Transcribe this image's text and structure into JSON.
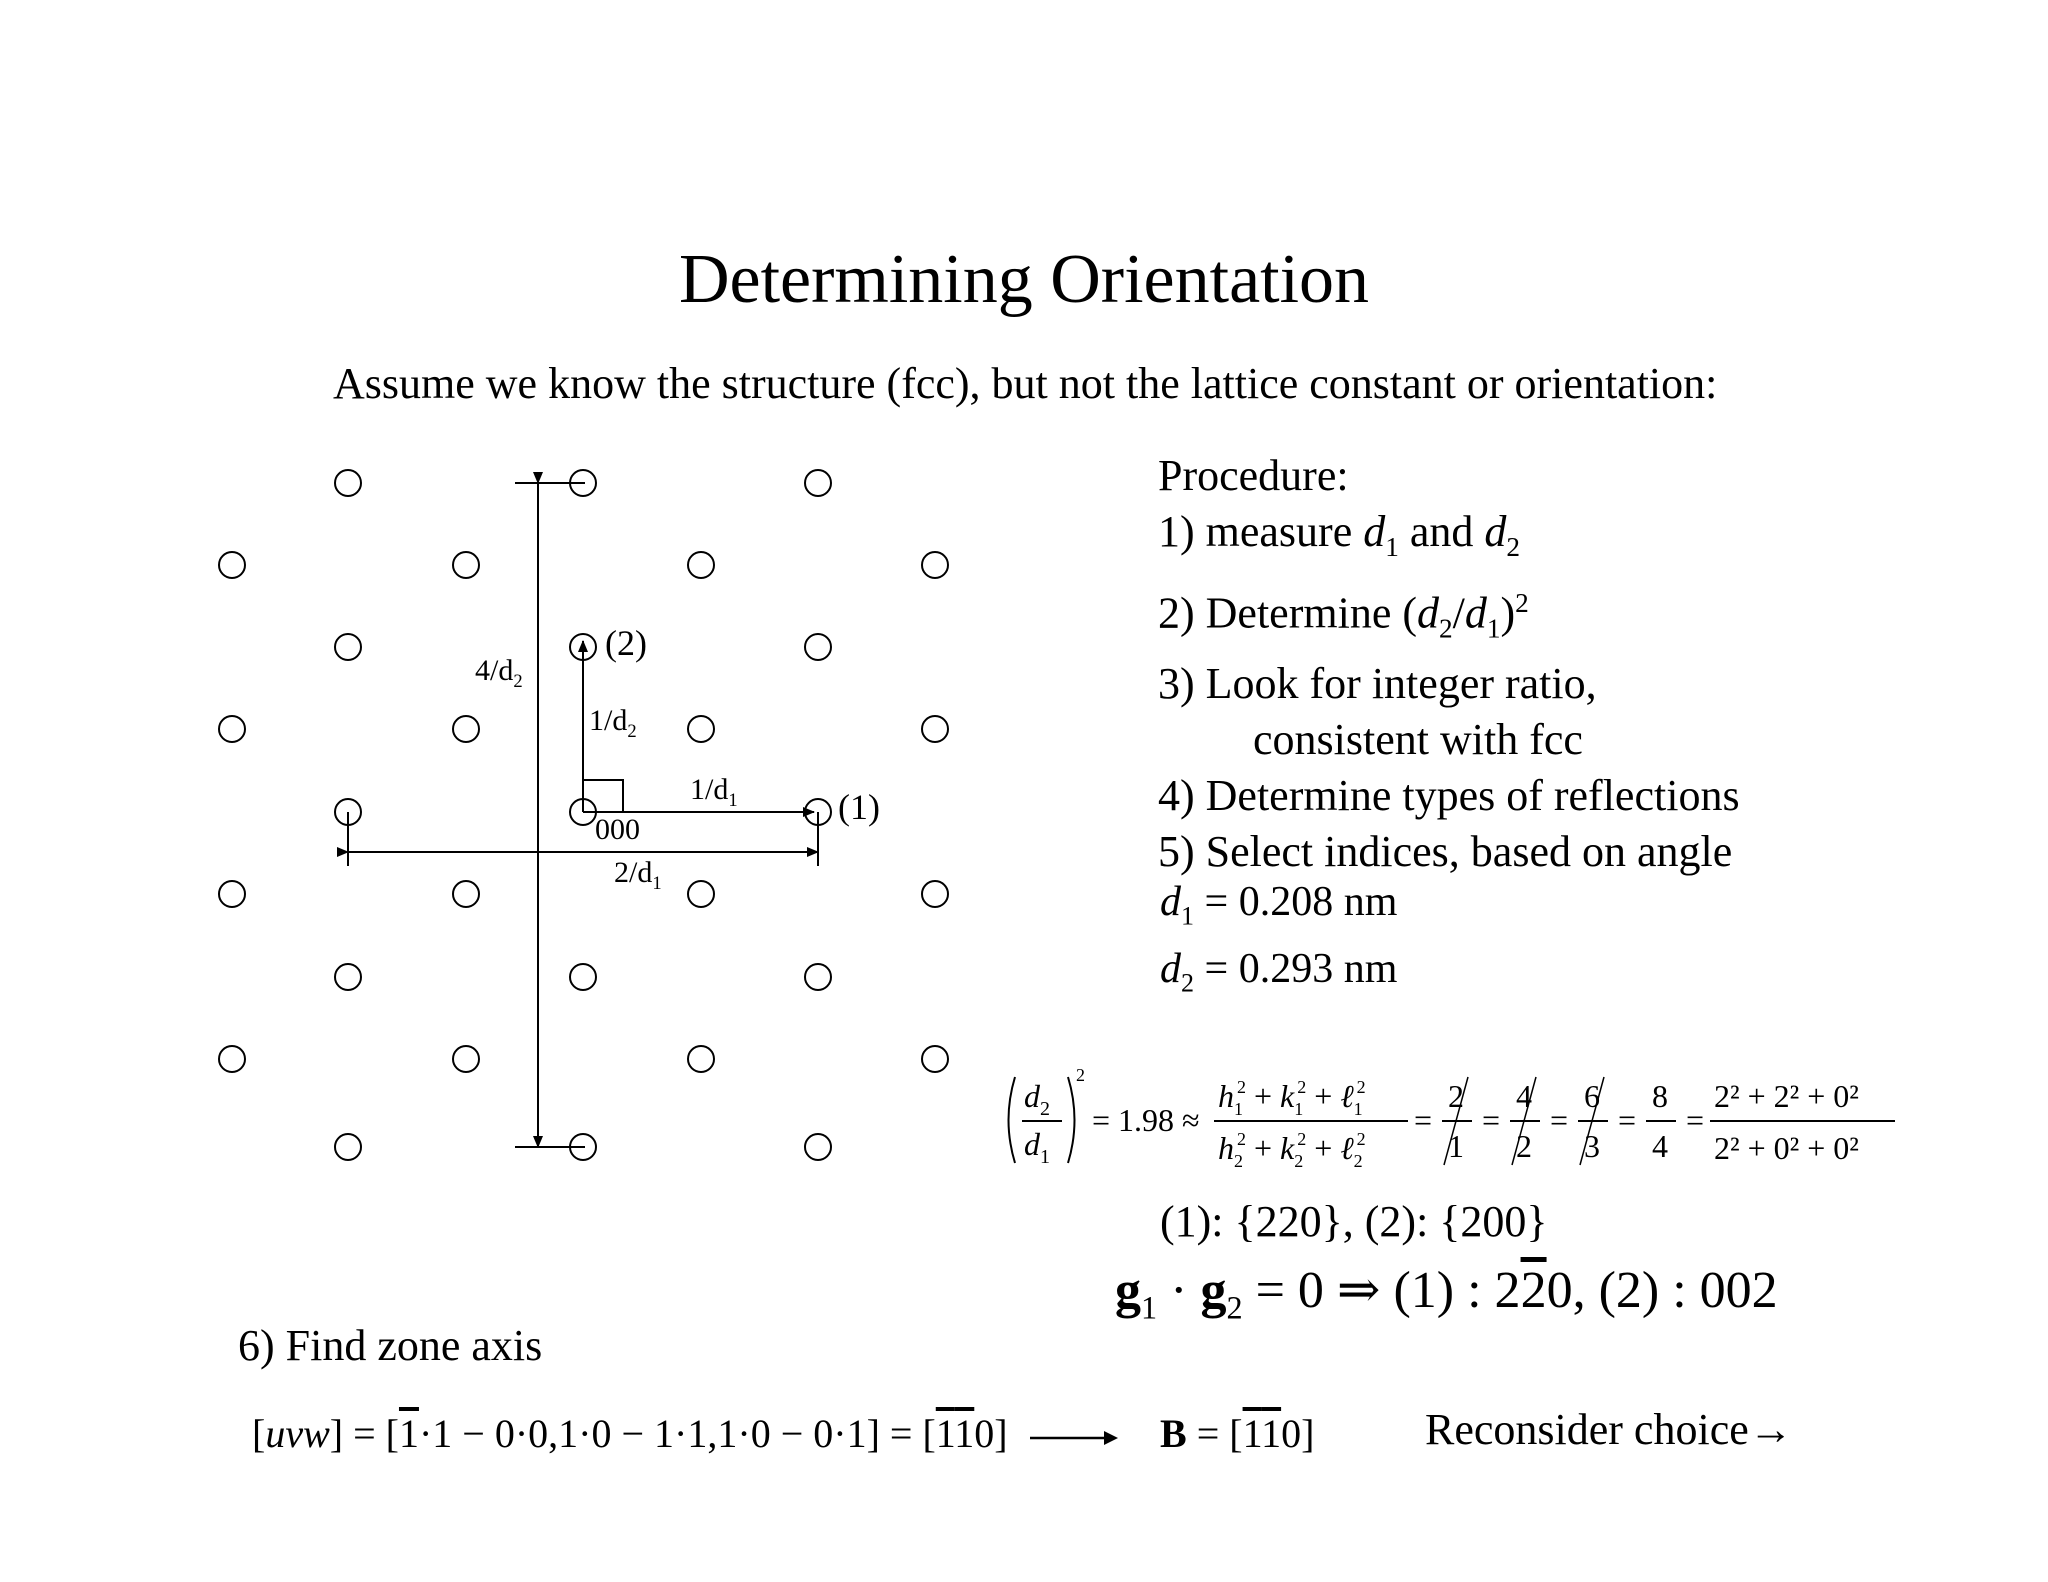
{
  "slide": {
    "title": "Determining Orientation",
    "subtitle": "Assume we know the structure (fcc), but not the lattice constant or orientation:"
  },
  "diagram": {
    "labels": {
      "four_over_d2": "4/d",
      "four_over_d2_sub": "2",
      "one_over_d2": "1/d",
      "one_over_d2_sub": "2",
      "one_over_d1": "1/d",
      "one_over_d1_sub": "1",
      "two_over_d1": "2/d",
      "two_over_d1_sub": "1",
      "origin": "000",
      "spot1": "(1)",
      "spot2": "(2)"
    }
  },
  "procedure": {
    "heading": "Procedure:",
    "step1_a": "1) measure ",
    "step1_d": "d",
    "step1_s1": "1",
    "step1_and": " and ",
    "step1_s2": "2",
    "step2_a": "2) Determine (",
    "step2_b": "/",
    "step2_c": ")",
    "step2_sup": "2",
    "step3a": "3) Look for integer ratio,",
    "step3b": "consistent with fcc",
    "step4": "4) Determine types of reflections",
    "step5": "5) Select indices, based on angle"
  },
  "measurements": {
    "d1_value": "= 0.208 nm",
    "d2_value": "= 0.293 nm"
  },
  "ratio": {
    "approx": "= 1.98 ≈",
    "eq": "=",
    "f1": [
      "2",
      "1"
    ],
    "f2": [
      "4",
      "2"
    ],
    "f3": [
      "6",
      "3"
    ],
    "f4": [
      "8",
      "4"
    ],
    "last_num": "2² + 2² + 0²",
    "last_den": "2² + 0² + 0²"
  },
  "results": {
    "families": "(1): {220}, (2): {200}",
    "dot_eq": "= 0 ⇒ (1) : 2",
    "bar_two": "2",
    "dot_rest": "0,  (2) : 002"
  },
  "zone": {
    "heading": "6) Find zone axis",
    "uvw": "uvw",
    "eq1": "] = [",
    "bar1": "1",
    "mid": "·1 − 0·0,1·0 − 1·1,1·0 − 0·1] = [",
    "bar2": "1",
    "bar3": "1",
    "zero": "0",
    "close": "]",
    "b_label": "B",
    "b_eq": "= [",
    "reconsider": "Reconsider choice→"
  }
}
